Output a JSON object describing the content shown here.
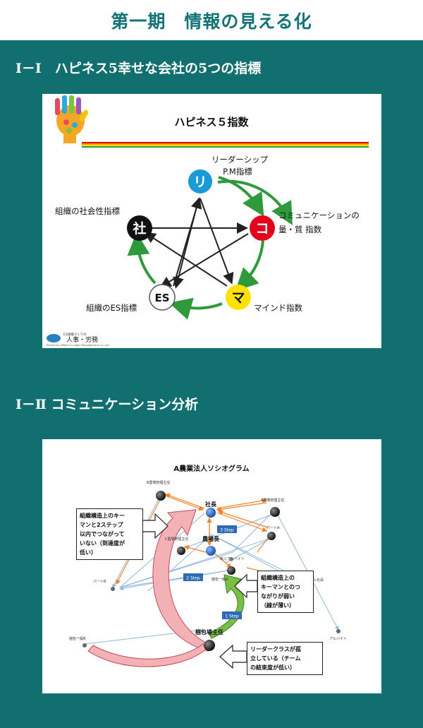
{
  "header": {
    "title": "第一期　情報の見える化"
  },
  "section1": {
    "title": "Ⅰ－Ⅰ　ハピネス5幸せな会社の5つの指標",
    "panel_title": "ハピネス５指数",
    "logo_small": "ES組織づくりの",
    "logo_text": "人事・労務",
    "logo_sub": "Personnel Affairs & Labor Management Co.,Ltd",
    "nodes": [
      {
        "id": "ri",
        "glyph": "リ",
        "color": "#1a9ad6",
        "label1": "リーダーシップ",
        "label2": "P.M指標"
      },
      {
        "id": "ko",
        "glyph": "コ",
        "color": "#e3001b",
        "label1": "コミュニケーションの",
        "label2": "量・質 指数"
      },
      {
        "id": "ma",
        "glyph": "マ",
        "color": "#ffe100",
        "label1": "マインド指数",
        "label2": ""
      },
      {
        "id": "es",
        "glyph": "ES",
        "color": "#ffffff",
        "label1": "組織のES指標",
        "label2": ""
      },
      {
        "id": "sha",
        "glyph": "社",
        "color": "#111111",
        "label1": "組織の社会性指標",
        "label2": ""
      }
    ],
    "colors": {
      "cycle_arrow": "#2f9a3b",
      "star_line": "#222222"
    }
  },
  "section2": {
    "title": "Ⅰ－Ⅱ コミュニケーション分析",
    "panel_title": "A農業法人ソシオグラム",
    "people": {
      "b_manager": "B農場管理主任",
      "a_manager": "A農場管理主任",
      "president": "社長",
      "part_a": "パートA",
      "farm_head": "農場長",
      "c_manager": "C農場管理主任",
      "new_part": "新入アルバイト",
      "part_b": "パートB",
      "staff_a": "梱包一般A",
      "new_hire": "入社員",
      "packing_head": "梱包場主任",
      "staff_b": "梱包一般B",
      "arbeit": "アルバイト"
    },
    "steps": {
      "s3": "3 Step",
      "s2": "2 Step",
      "s1": "1 Step"
    },
    "notes": {
      "left": "組織構造上のキー\nマンと2ステップ\n以内でつながって\nいない（到達度が\n低い）",
      "right": "組織構造上の\nキーマンとのつ\nながりが弱い\n（線が薄い）",
      "bottom": "リーダークラスが孤\n立している（チーム\nの結束度が低い）"
    },
    "colors": {
      "orange_arrow": "#f08228",
      "blue_line": "#8fb6df",
      "step_box": "#2f6bb5",
      "pink_arrow": "#f3b1b5",
      "green_arrow": "#77c043"
    }
  }
}
